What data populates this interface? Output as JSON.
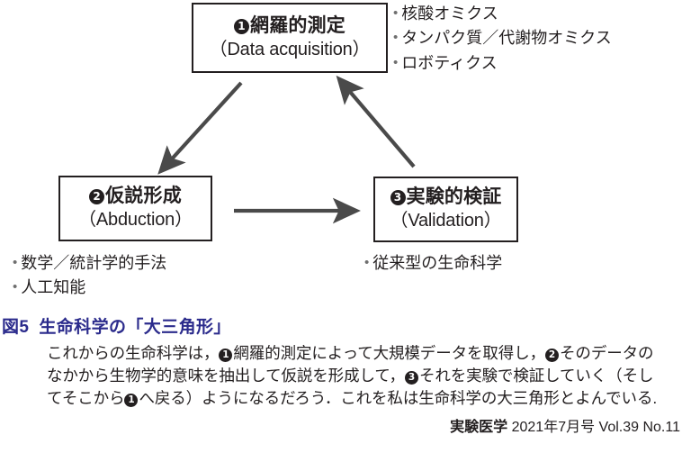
{
  "figure": {
    "nodes": [
      {
        "id": "data-acquisition",
        "marker": "1",
        "title_ja": "網羅的測定",
        "title_en": "（Data acquisition）"
      },
      {
        "id": "abduction",
        "marker": "2",
        "title_ja": "仮説形成",
        "title_en": "（Abduction）"
      },
      {
        "id": "validation",
        "marker": "3",
        "title_ja": "実験的検証",
        "title_en": "（Validation）"
      }
    ],
    "bullet_groups": [
      {
        "id": "data-acquisition-items",
        "items": [
          "核酸オミクス",
          "タンパク質／代謝物オミクス",
          "ロボティクス"
        ]
      },
      {
        "id": "abduction-items",
        "items": [
          "数学／統計学的手法",
          "人工知能"
        ]
      },
      {
        "id": "validation-items",
        "items": [
          "従来型の生命科学"
        ]
      }
    ],
    "arrows": [
      {
        "id": "arrow-acquisition-to-abduction",
        "from": "data-acquisition",
        "to": "abduction",
        "direction": "down-left"
      },
      {
        "id": "arrow-abduction-to-validation",
        "from": "abduction",
        "to": "validation",
        "direction": "right"
      },
      {
        "id": "arrow-validation-to-acquisition",
        "from": "validation",
        "to": "data-acquisition",
        "direction": "up-left"
      }
    ],
    "colors": {
      "stroke": "#4a4a4a",
      "box_border": "#231f20",
      "bullet": "#6f6f6f"
    }
  },
  "caption": {
    "figure_number": "図5",
    "title": "生命科学の「大三角形」",
    "title_color": "#2b2b8c",
    "body_lines": [
      {
        "pre": "これからの生命科学は，",
        "marker": "1",
        "post": "網羅的測定によって大規模データを取得し，",
        "marker2": "2",
        "post2": "そのデータの"
      },
      {
        "pre": "なかから生物学的意味を抽出して仮説を形成して，",
        "marker": "3",
        "post": "それを実験で検証していく（そし"
      },
      {
        "pre": "てそこから",
        "marker": "1",
        "post": "へ戻る）ようになるだろう．これを私は生命科学の大三角形とよんでいる."
      }
    ]
  },
  "footer": {
    "journal": "実験医学",
    "issue": "2021年7月号 Vol.39 No.11"
  }
}
